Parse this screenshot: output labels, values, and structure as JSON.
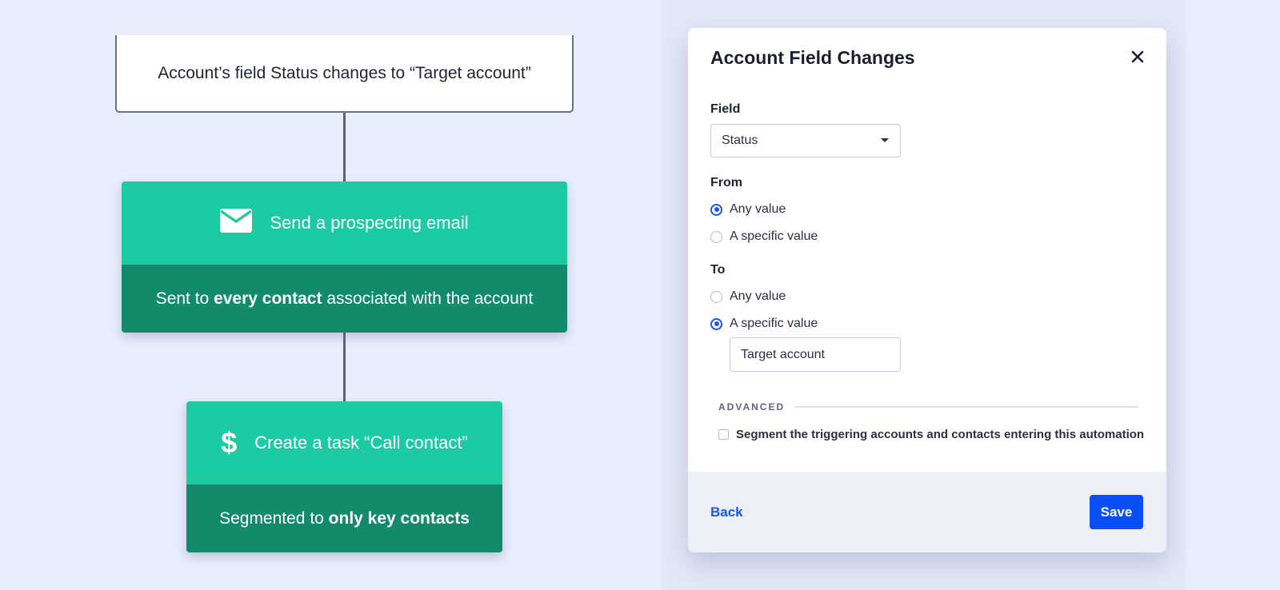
{
  "flow": {
    "trigger_text": "Account’s field Status changes to “Target account”",
    "steps": [
      {
        "icon": "envelope-icon",
        "title": "Send a prospecting email",
        "body_prefix": "Sent to ",
        "body_bold": "every contact",
        "body_suffix": " associated with the account"
      },
      {
        "icon": "dollar-icon",
        "icon_glyph": "$",
        "title": "Create a task “Call contact”",
        "body_prefix": "Segmented to ",
        "body_bold": "only key contacts",
        "body_suffix": ""
      }
    ]
  },
  "modal": {
    "title": "Account Field Changes",
    "close_glyph": "✕",
    "field_label": "Field",
    "field_value": "Status",
    "from_label": "From",
    "from_options": [
      {
        "label": "Any value",
        "checked": true
      },
      {
        "label": "A specific value",
        "checked": false
      }
    ],
    "to_label": "To",
    "to_options": [
      {
        "label": "Any value",
        "checked": false
      },
      {
        "label": "A specific value",
        "checked": true
      }
    ],
    "to_specific_value": "Target account",
    "advanced_label": "ADVANCED",
    "segment_checkbox_label": "Segment the triggering accounts and contacts entering this automation",
    "segment_checked": false,
    "back_label": "Back",
    "save_label": "Save"
  },
  "colors": {
    "background": "#e9eefd",
    "step_header": "#1ccba3",
    "step_body": "#128a6c",
    "primary": "#0a4ef5"
  }
}
